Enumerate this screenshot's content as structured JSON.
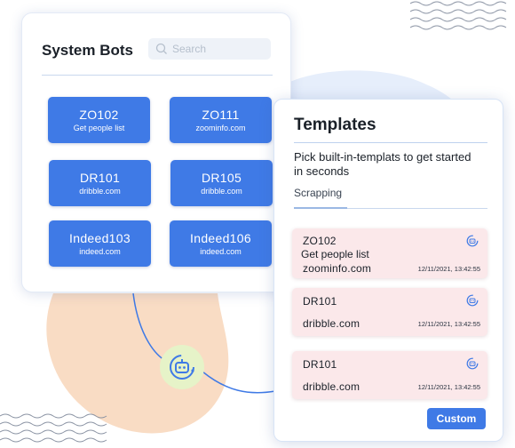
{
  "colors": {
    "accent": "#3f7ae6",
    "template_card_bg": "#fbe8ea",
    "blob_peach": "#f9dcc4",
    "blob_blue": "#e6eefb",
    "badge_green": "#e6f3c8"
  },
  "system_bots": {
    "title": "System Bots",
    "search_placeholder": "Search",
    "search_icon": "search-icon",
    "bots": [
      {
        "code": "ZO102",
        "sub": "Get people list"
      },
      {
        "code": "ZO111",
        "sub": "zoominfo.com"
      },
      {
        "code": "DR101",
        "sub": "dribble.com"
      },
      {
        "code": "DR105",
        "sub": "dribble.com"
      },
      {
        "code": "Indeed103",
        "sub": "indeed.com"
      },
      {
        "code": "Indeed106",
        "sub": "indeed.com"
      }
    ]
  },
  "templates": {
    "title": "Templates",
    "subtitle": "Pick built-in-templats to get started in seconds",
    "active_tab": "Scrapping",
    "items": [
      {
        "name": "ZO102",
        "description": "Get people list",
        "site": "zoominfo.com",
        "timestamp": "12/11/2021, 13:42:55",
        "icon": "bot-icon"
      },
      {
        "name": "DR101",
        "description": "",
        "site": "dribble.com",
        "timestamp": "12/11/2021, 13:42:55",
        "icon": "bot-icon"
      },
      {
        "name": "DR101",
        "description": "",
        "site": "dribble.com",
        "timestamp": "12/11/2021, 13:42:55",
        "icon": "bot-icon"
      }
    ],
    "custom_button": "Custom"
  },
  "connector_badge_icon": "robot-icon"
}
